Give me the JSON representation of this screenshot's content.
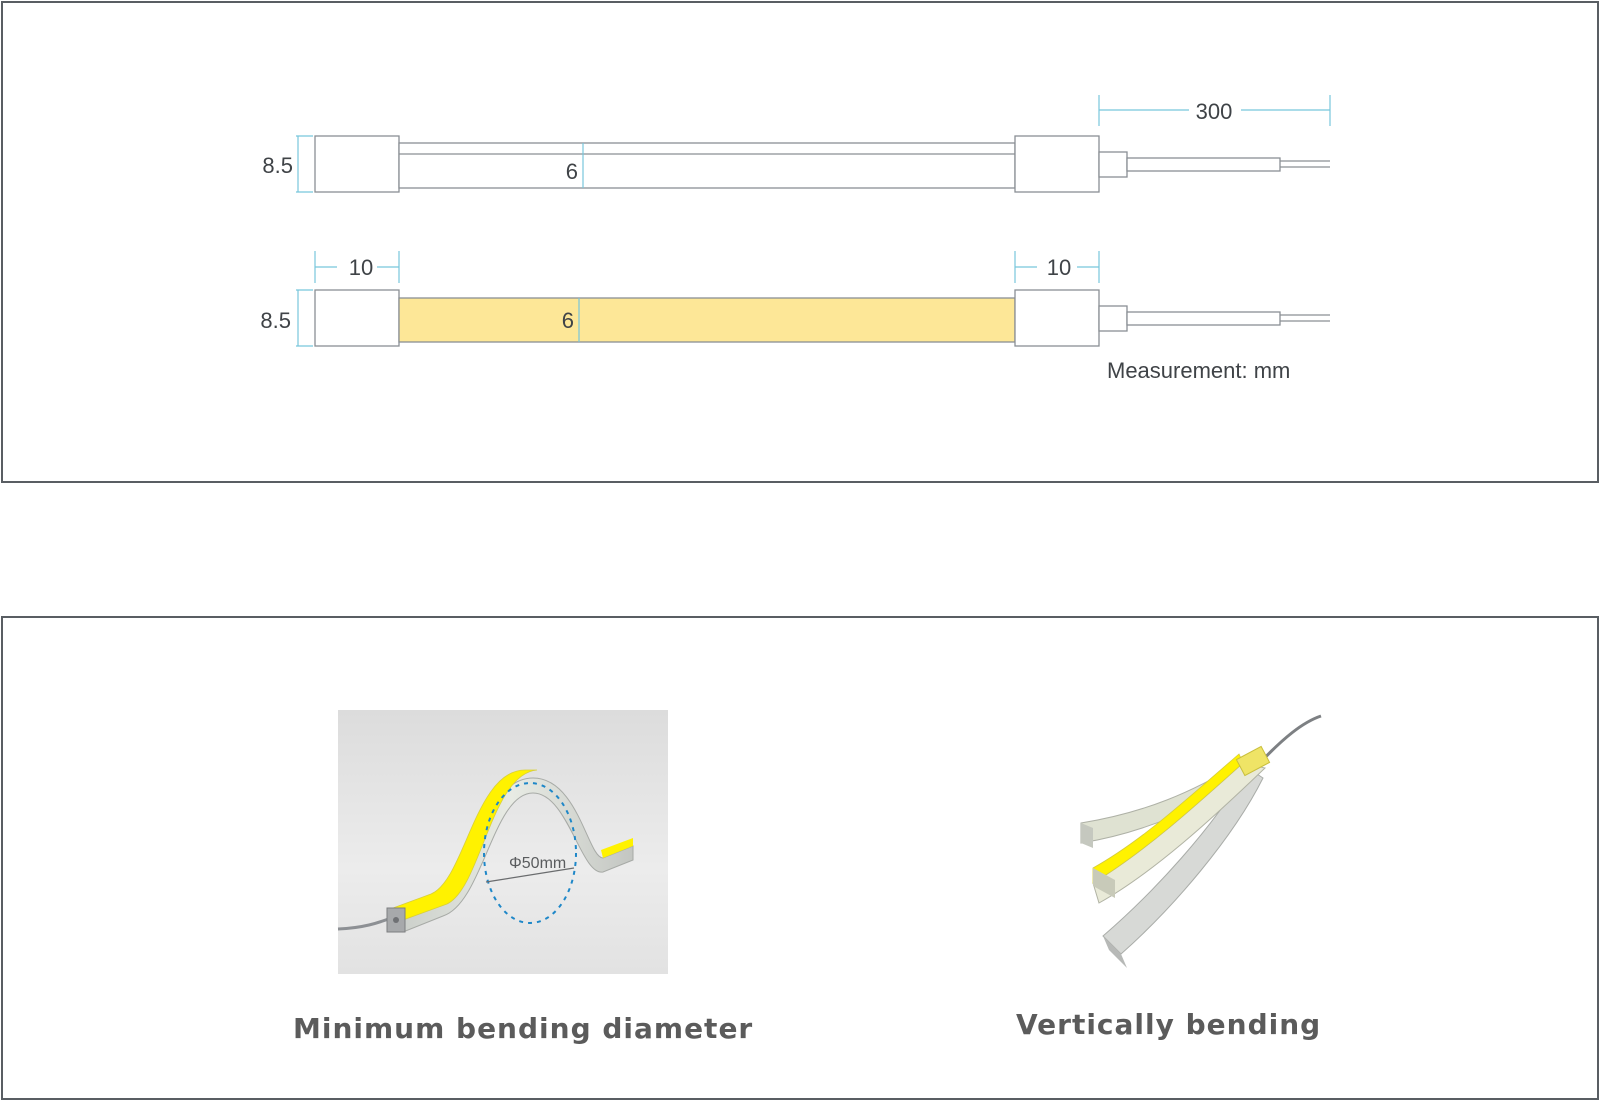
{
  "drawing": {
    "dim_length_cable": "300",
    "dim_height_top": "8.5",
    "dim_width_top": "6",
    "dim_endcap_left": "10",
    "dim_endcap_right": "10",
    "dim_height_bottom": "8.5",
    "dim_width_bottom": "6",
    "measurement_note": "Measurement: mm"
  },
  "photos": {
    "bend_label": "Φ50mm",
    "caption_left": "Minimum bending diameter",
    "caption_right": "Vertically bending"
  },
  "colors": {
    "dimension_line": "#78c6dc",
    "led_fill": "#fde797",
    "outline": "#8a8f94",
    "border": "#595e63",
    "yellow_led": "#fff200"
  }
}
